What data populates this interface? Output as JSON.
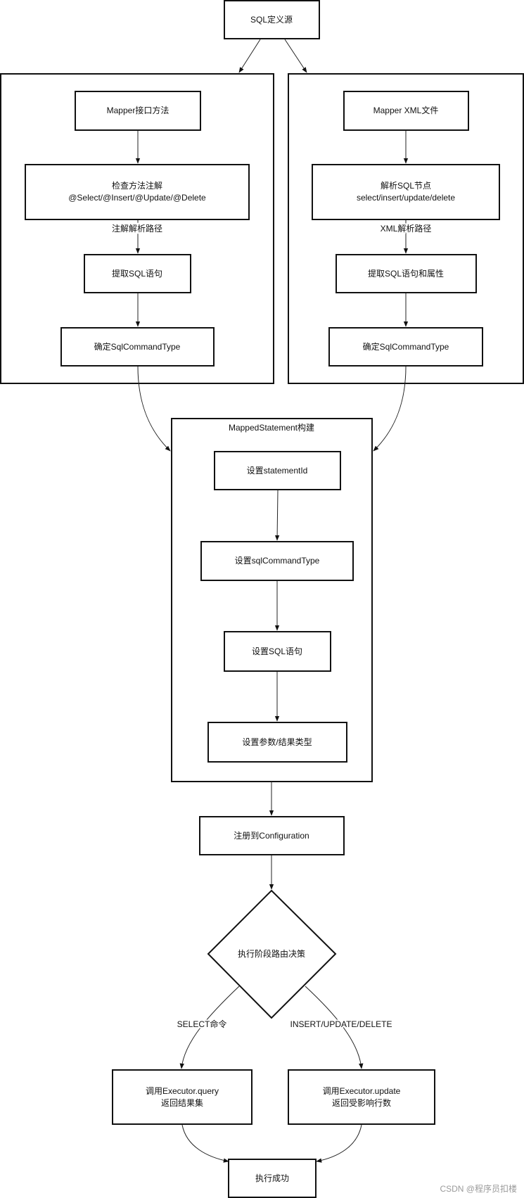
{
  "nodes": {
    "sql_source": "SQL定义源",
    "mapper_method": "Mapper接口方法",
    "check_annotation_l1": "检查方法注解",
    "check_annotation_l2": "@Select/@Insert/@Update/@Delete",
    "extract_sql_left": "提取SQL语句",
    "determine_type_left": "确定SqlCommandType",
    "mapper_xml": "Mapper XML文件",
    "parse_sql_node_l1": "解析SQL节点",
    "parse_sql_node_l2": "select/insert/update/delete",
    "extract_sql_attrs": "提取SQL语句和属性",
    "determine_type_right": "确定SqlCommandType",
    "mapped_statement_title": "MappedStatement构建",
    "set_statement_id": "设置statementId",
    "set_command_type": "设置sqlCommandType",
    "set_sql": "设置SQL语句",
    "set_param_result": "设置参数/结果类型",
    "register_config": "注册到Configuration",
    "route_decision": "执行阶段路由决策",
    "executor_query_l1": "调用Executor.query",
    "executor_query_l2": "返回结果集",
    "executor_update_l1": "调用Executor.update",
    "executor_update_l2": "返回受影响行数",
    "success": "执行成功"
  },
  "edge_labels": {
    "annotation_path": "注解解析路径",
    "xml_path": "XML解析路径",
    "select_cmd": "SELECT命令",
    "modify_cmd": "INSERT/UPDATE/DELETE"
  },
  "watermark": "CSDN @程序员扣楼"
}
